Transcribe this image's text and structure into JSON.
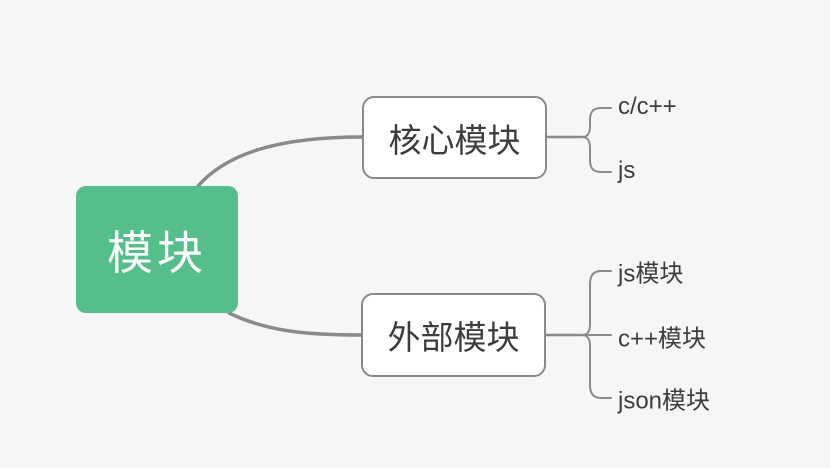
{
  "mindmap": {
    "root": {
      "label": "模块",
      "children": [
        {
          "label": "核心模块",
          "children": [
            {
              "label": "c/c++"
            },
            {
              "label": "js"
            }
          ]
        },
        {
          "label": "外部模块",
          "children": [
            {
              "label": "js模块"
            },
            {
              "label": "c++模块"
            },
            {
              "label": "json模块"
            }
          ]
        }
      ]
    },
    "colors": {
      "background": "#f6f6f6",
      "root_fill": "#55be8b",
      "root_text": "#ffffff",
      "branch_fill": "#ffffff",
      "branch_border": "#8a8a8a",
      "text": "#3d3d3d",
      "connector": "#8a8a8a"
    }
  }
}
